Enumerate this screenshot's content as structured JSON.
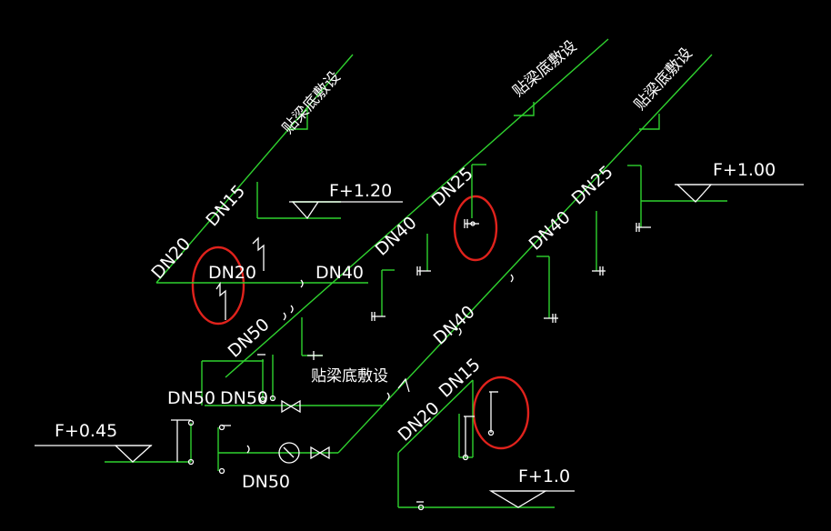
{
  "drawing": {
    "background": "#000000",
    "pipe_color": "#2fd22f",
    "text_color": "#ffffff",
    "highlight_color": "#e0221c",
    "labels": {
      "dn20_a": "DN20",
      "dn15_a": "DN15",
      "dn20_b": "DN20",
      "dn40_a": "DN40",
      "dn50_a": "DN50",
      "dn40_b": "DN40",
      "dn25_a": "DN25",
      "dn40_c": "DN40",
      "dn25_b": "DN25",
      "dn40_d": "DN40",
      "dn15_b": "DN15",
      "dn20_c": "DN20",
      "dn50_b": "DN50",
      "dn50_c": "DN50",
      "dn50_d": "DN50"
    },
    "elevations": {
      "f120": "F+1.20",
      "f100": "F+1.00",
      "f045": "F+0.45",
      "f10": "F+1.0"
    },
    "notes": {
      "beam_1": "贴梁底敷设",
      "beam_2": "贴梁底敷设",
      "beam_3": "贴梁底敷设",
      "beam_4": "贴梁底敷设"
    },
    "icons": [
      "pressure-gauge-icon",
      "gate-valve-icon",
      "check-valve-icon",
      "elevation-triangle-icon"
    ]
  }
}
